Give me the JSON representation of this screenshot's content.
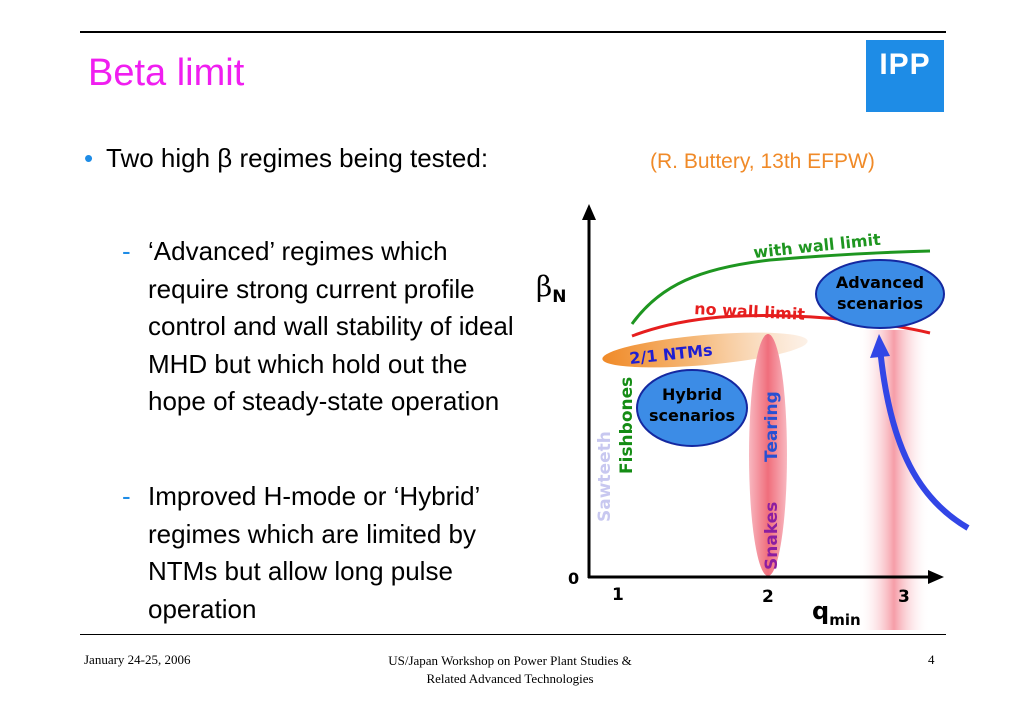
{
  "slide": {
    "title": "Beta limit",
    "logo_text": "IPP",
    "citation": "(R. Buttery, 13th EFPW)",
    "bullet": "Two high β regimes being tested:",
    "sub_items": [
      "‘Advanced’ regimes which require strong current profile control and wall stability of ideal MHD but which hold out the hope of steady-state operation",
      "Improved H-mode or ‘Hybrid’ regimes which are limited by NTMs but allow long pulse operation"
    ],
    "bullet_glyph": "•",
    "dash_glyph": "-"
  },
  "diagram": {
    "y_axis_symbol": "β",
    "y_axis_subscript": "N",
    "x_axis_symbol": "q",
    "x_axis_subscript": "min",
    "origin_label": "0",
    "x_ticks": [
      "1",
      "2",
      "3"
    ],
    "curve_with_wall": "with wall limit",
    "curve_no_wall": "no wall limit",
    "ntm_label": "2/1 NTMs",
    "advanced_line1": "Advanced",
    "advanced_line2": "scenarios",
    "hybrid_line1": "Hybrid",
    "hybrid_line2": "scenarios",
    "sawteeth_label": "Sawteeth",
    "fishbones_label": "Fishbones",
    "tearing_label": "Tearing",
    "snakes_label": "Snakes",
    "colors": {
      "with_wall": "#1e9620",
      "no_wall": "#e61e1e",
      "ntm": "#1e1ed2",
      "scenario_fill": "#3c8ce6",
      "sawteeth": "#c8c8f0",
      "fishbones": "#148c14",
      "tearing": "#2850d2",
      "snakes": "#8c1ea0",
      "arrow": "#3246e6"
    }
  },
  "footer": {
    "date": "January 24-25, 2006",
    "workshop_line1": "US/Japan Workshop on Power Plant Studies &",
    "workshop_line2": "Related Advanced Technologies",
    "page": "4"
  }
}
